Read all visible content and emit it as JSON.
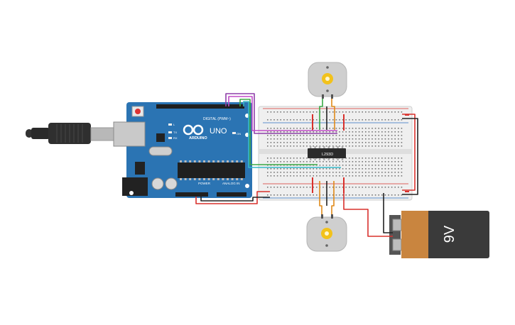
{
  "arduino": {
    "logo_text": "ARDUINO",
    "model": "UNO",
    "digital_label": "DIGITAL (PWM~)",
    "power_label": "POWER",
    "analog_label": "ANALOG IN",
    "pin_tx": "TX",
    "pin_rx": "RX",
    "pin_l": "L",
    "pin_on": "ON"
  },
  "driver_chip": {
    "label": "L293D"
  },
  "battery": {
    "label": "9V",
    "case_color": "#3a3a3a",
    "label_color": "#c9853f"
  },
  "colors": {
    "board_blue": "#2b74b3",
    "wire_red": "#d9302c",
    "wire_black": "#222222",
    "wire_green": "#3aa845",
    "wire_orange": "#e08a1a",
    "wire_purple": "#8e3fa8",
    "wire_magenta": "#c04bc8",
    "wire_cyan": "#36b8c8",
    "motor_shaft": "#f2c21b"
  }
}
